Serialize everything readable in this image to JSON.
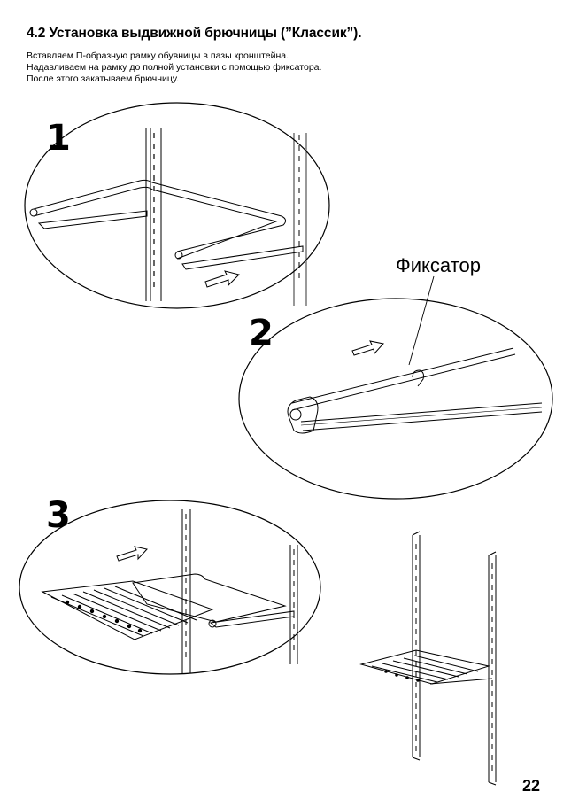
{
  "page": {
    "title": "4.2 Установка выдвижной брючницы (”Классик”).",
    "instructions": [
      "Вставляем П-образную рамку обувницы в пазы кронштейна.",
      "Надавливаем на рамку до полной установки с помощью фиксатора.",
      "После этого закатываем брючницу."
    ],
    "step_numbers": [
      "1",
      "2",
      "3"
    ],
    "callout_label": "Фиксатор",
    "page_number": "22"
  }
}
